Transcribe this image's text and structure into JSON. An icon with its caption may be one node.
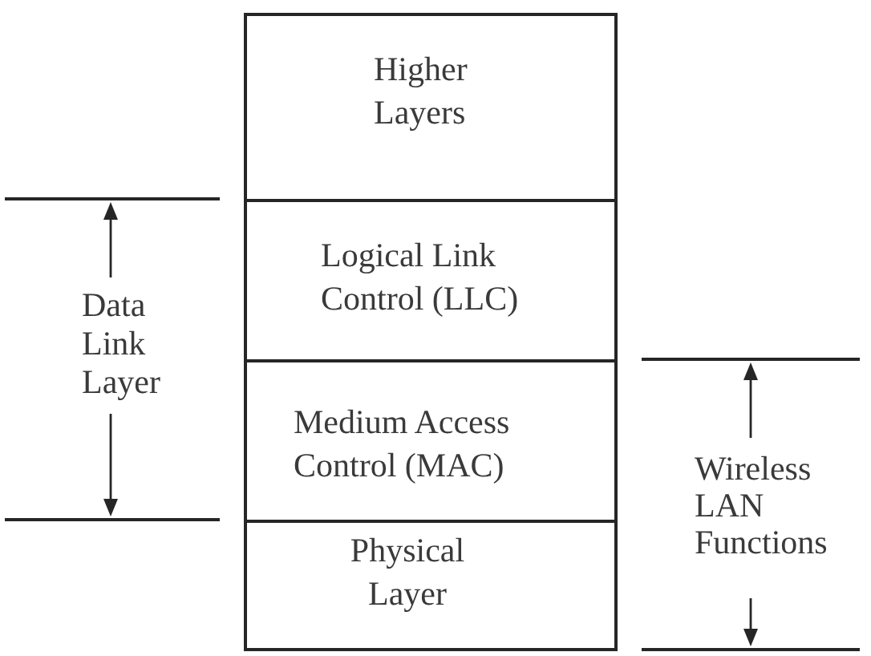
{
  "diagram": {
    "nodes": [
      {
        "text": [
          "Higher Layers"
        ]
      },
      {
        "text": [
          "Logical Link Control (LLC)"
        ]
      },
      {
        "text": [
          "Medium Access Control (MAC)"
        ]
      },
      {
        "text": [
          "Physical Layer"
        ]
      }
    ],
    "labels": [
      "Data Link Layer",
      "Wireless LAN Functions"
    ]
  }
}
